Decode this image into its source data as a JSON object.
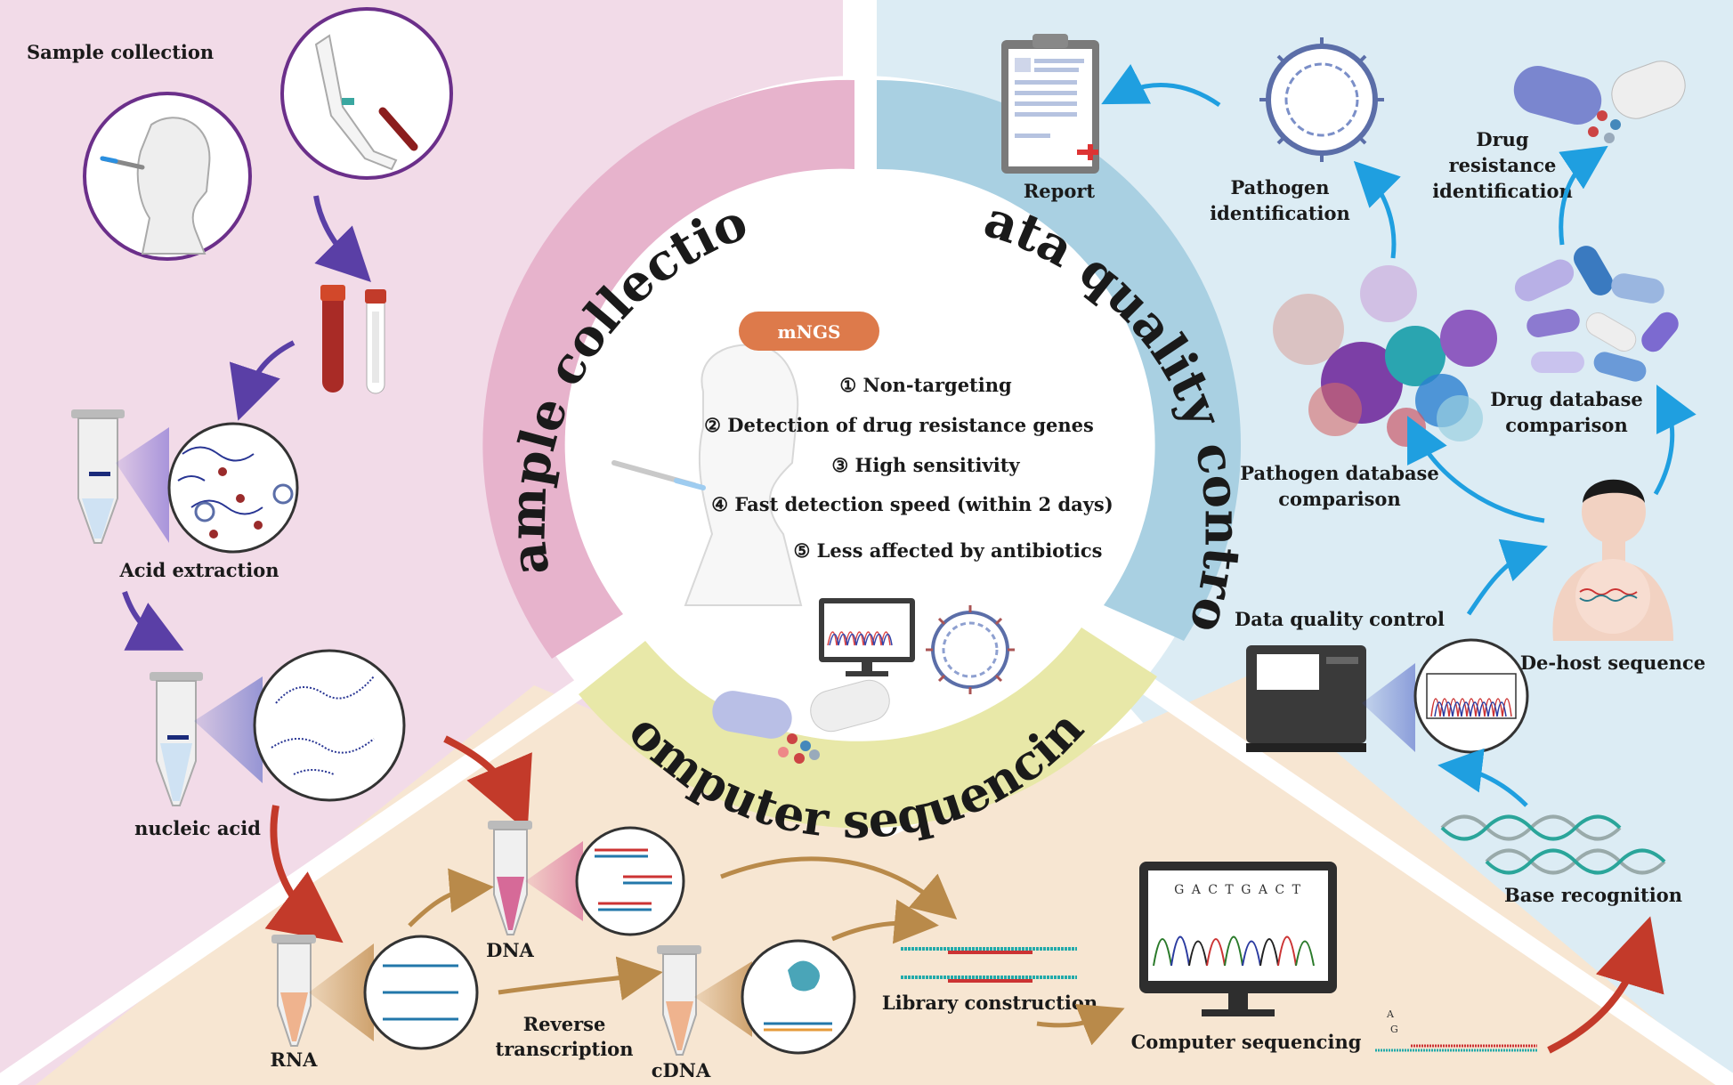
{
  "sections": {
    "sample_collection": "Sample collection",
    "data_quality_control": "Data quality control",
    "computer_sequencing": "Computer sequencing"
  },
  "center": {
    "badge": "mNGS",
    "features": [
      "① Non-targeting",
      "② Detection of drug resistance genes",
      "③ High sensitivity",
      "④ Fast detection speed (within 2 days)",
      "⑤ Less affected by antibiotics"
    ]
  },
  "left_panel": {
    "title": "Sample collection",
    "acid_extraction": "Acid extraction",
    "nucleic_acid": "nucleic acid"
  },
  "bottom_panel": {
    "dna": "DNA",
    "rna": "RNA",
    "cdna": "cDNA",
    "reverse_transcription": [
      "Reverse",
      "transcription"
    ],
    "library_construction": "Library construction",
    "computer_sequencing": "Computer sequencing",
    "sequence_letters": "G A C T G A C T",
    "read_letters": [
      "A",
      "G"
    ]
  },
  "right_panel": {
    "report": "Report",
    "pathogen_identification": [
      "Pathogen",
      "identification"
    ],
    "drug_resistance_identification": [
      "Drug",
      "resistance",
      "identification"
    ],
    "pathogen_database_comparison": [
      "Pathogen database",
      "comparison"
    ],
    "drug_database_comparison": [
      "Drug database",
      "comparison"
    ],
    "data_quality_control": "Data quality control",
    "de_host_sequence": "De-host sequence",
    "base_recognition": "Base recognition"
  },
  "colors": {
    "pink_bg": "#f2dbe8",
    "blue_bg": "#dcecf4",
    "peach_bg": "#f7e6d2",
    "pink_ring": "#e7b3cc",
    "blue_ring": "#a9d0e2",
    "yellow_ring": "#e8e8a8",
    "badge": "#dd7a4b",
    "arrow_blue": "#1f9fe0",
    "arrow_purple": "#5a3fa6",
    "arrow_red": "#c33a2a",
    "arrow_gold": "#b98a4a"
  }
}
